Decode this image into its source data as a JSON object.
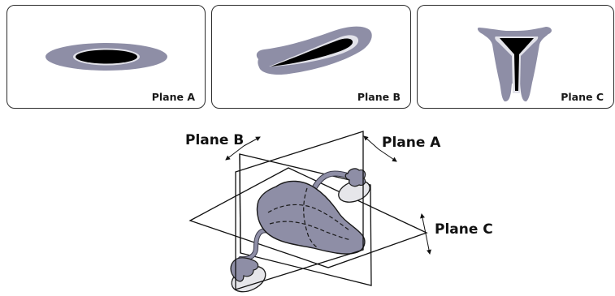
{
  "panels": [
    {
      "label": "Plane A"
    },
    {
      "label": "Plane B"
    },
    {
      "label": "Plane C"
    }
  ],
  "diagram": {
    "plane_b_label": "Plane B",
    "plane_a_label": "Plane A",
    "plane_c_label": "Plane C"
  },
  "colors": {
    "tissue": "#8e8ea6",
    "cavity": "#000000",
    "lining": "#e3e3ea",
    "ovary": "#e6e6ea",
    "outline": "#1a1a1a"
  }
}
